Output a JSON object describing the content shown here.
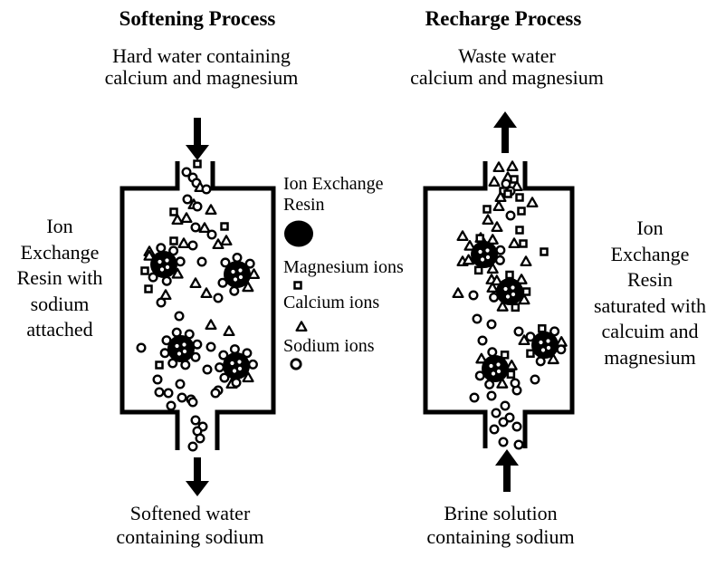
{
  "left": {
    "title": "Softening Process",
    "inflow_lines": [
      "Hard water containing",
      "calcium and magnesium"
    ],
    "side_label_lines": [
      "Ion",
      "Exchange",
      "Resin with",
      "sodium",
      "attached"
    ],
    "outflow_lines": [
      "Softened water",
      "containing sodium"
    ]
  },
  "right": {
    "title": "Recharge Process",
    "inflow_lines": [
      "Waste water",
      "calcium and magnesium"
    ],
    "side_label_lines": [
      "Ion",
      "Exchange",
      "Resin",
      "saturated with",
      "calcuim and",
      "magnesium"
    ],
    "outflow_lines": [
      "Brine solution",
      "containing sodium"
    ]
  },
  "legend": {
    "resin_lines": [
      "Ion Exchange",
      "Resin"
    ],
    "items": [
      {
        "label": "Magnesium ions",
        "symbol": "small-square-icon"
      },
      {
        "label": "Calcium ions",
        "symbol": "open-triangle-icon"
      },
      {
        "label": "Sodium ions",
        "symbol": "open-circle-icon"
      }
    ],
    "resin_symbol": "filled-circle-icon"
  },
  "colors": {
    "ink": "#000000",
    "paper": "#ffffff"
  }
}
